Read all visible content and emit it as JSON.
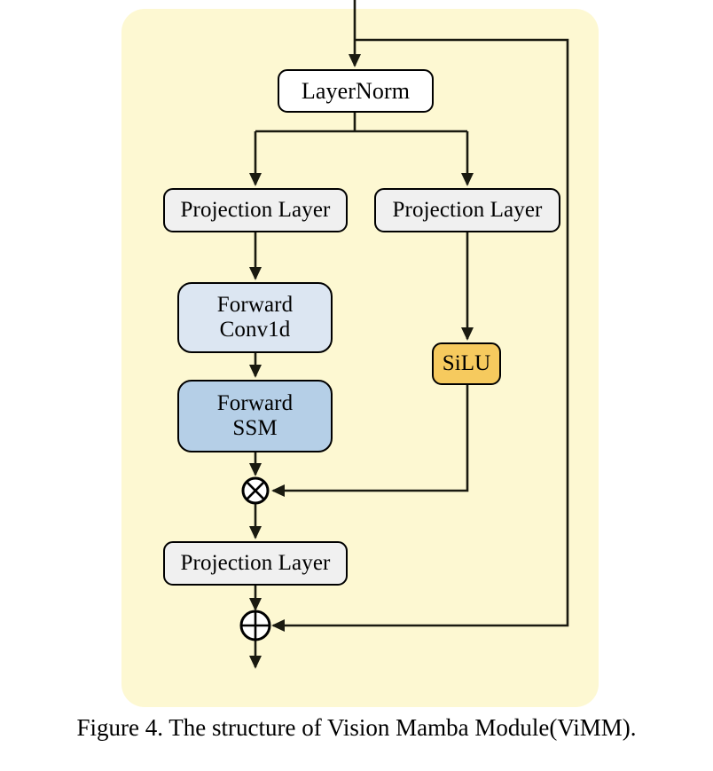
{
  "figure": {
    "caption": "Figure 4. The structure of Vision Mamba Module(ViMM).",
    "panel_color": "#fdf8d2",
    "line_color": "#1a1a10"
  },
  "nodes": {
    "layernorm": {
      "label": "LayerNorm",
      "fill": "#ffffff"
    },
    "projection_left": {
      "label": "Projection Layer",
      "fill": "#f0f0f0"
    },
    "projection_right": {
      "label": "Projection Layer",
      "fill": "#f0f0f0"
    },
    "projection_out": {
      "label": "Projection Layer",
      "fill": "#f0f0f0"
    },
    "forward_conv1d": {
      "line1": "Forward",
      "line2": "Conv1d",
      "fill": "#dce6f2"
    },
    "forward_ssm": {
      "line1": "Forward",
      "line2": "SSM",
      "fill": "#b5cfe7"
    },
    "silu": {
      "label": "SiLU",
      "fill": "#f6ca5e"
    },
    "multiply": {
      "symbol": "multiply-circle"
    },
    "add": {
      "symbol": "plus-circle"
    }
  },
  "chart_data": {
    "type": "diagram",
    "title": "The structure of Vision Mamba Module(ViMM)",
    "blocks": [
      "LayerNorm",
      "Projection Layer",
      "Projection Layer",
      "Forward Conv1d",
      "Forward SSM",
      "SiLU",
      "Projection Layer"
    ],
    "operators": [
      "⊗",
      "⊕"
    ],
    "edges": [
      "input → LayerNorm",
      "input → residual skip → ⊕",
      "LayerNorm → Projection Layer (left)",
      "LayerNorm → Projection Layer (right)",
      "Projection Layer (left) → Forward Conv1d",
      "Forward Conv1d → Forward SSM",
      "Forward SSM → ⊗",
      "Projection Layer (right) → SiLU",
      "SiLU → ⊗",
      "⊗ → Projection Layer (output)",
      "Projection Layer (output) → ⊕",
      "⊕ → output"
    ]
  }
}
